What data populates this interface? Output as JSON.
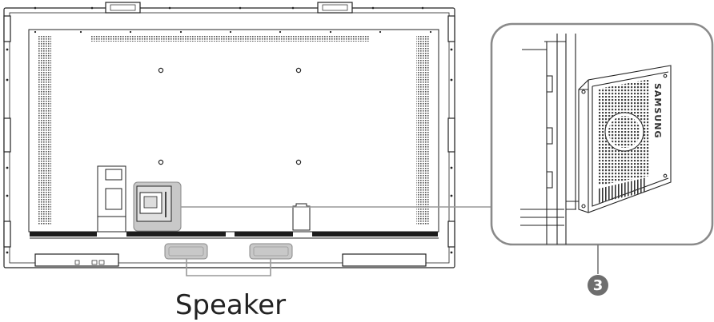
{
  "labels": {
    "speaker": "Speaker",
    "callout_number": "3",
    "module_brand": "SAMSUNG"
  },
  "colors": {
    "line": "#222222",
    "highlight_fill": "#c8c8c8",
    "callout_fill": "#6e6e6e",
    "inset_border": "#8a8a8a"
  }
}
